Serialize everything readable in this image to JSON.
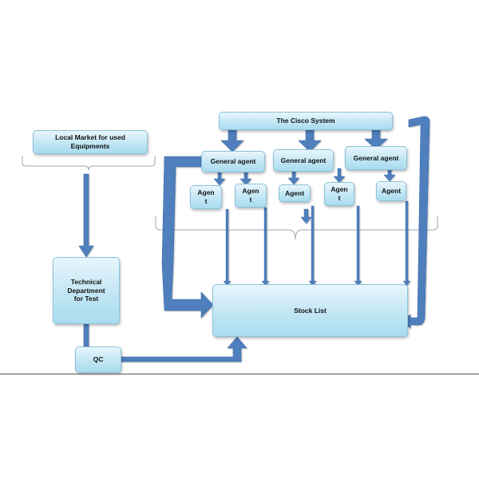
{
  "nodes": {
    "local_market": "Local Market for used\nEquipments",
    "technical_dept": "Technical\nDepartment\nfor Test",
    "qc": "QC",
    "cisco": "The Cisco System",
    "general_agent_1": "General agent",
    "general_agent_2": "General agent",
    "general_agent_3": "General agent",
    "agent_1": "Agen\nt",
    "agent_2": "Agen\nt",
    "agent_3": "Agent",
    "agent_4": "Agen\nt",
    "agent_5": "Agent",
    "stock_list": "Stock List"
  },
  "colors": {
    "arrow": "#4f7fbd",
    "arrow_edge": "#3c6aa6",
    "box_border": "#8cc3dc",
    "brace": "#9aa7b4"
  }
}
